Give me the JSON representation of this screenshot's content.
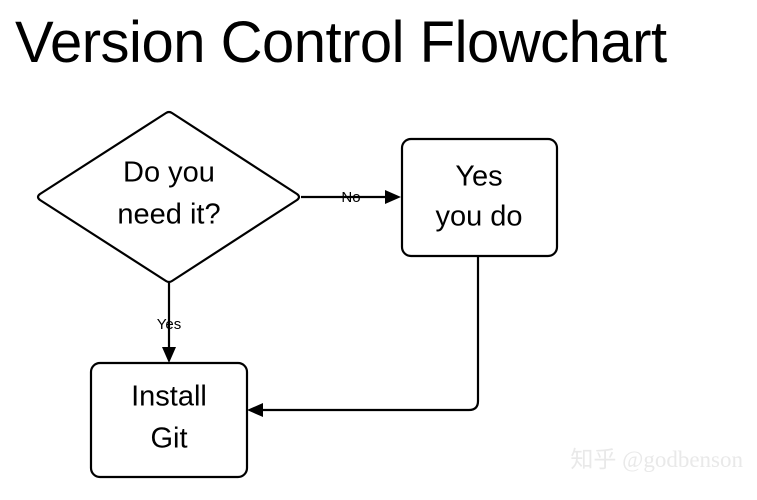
{
  "page": {
    "title": "Version Control Flowchart",
    "background_color": "#ffffff",
    "stroke_color": "#000000",
    "text_color": "#000000"
  },
  "diagram": {
    "type": "flowchart",
    "nodes": [
      {
        "id": "decision-need-it",
        "shape": "diamond",
        "line1": "Do you",
        "line2": "need it?"
      },
      {
        "id": "yes-you-do",
        "shape": "rounded-rect",
        "line1": "Yes",
        "line2": "you do"
      },
      {
        "id": "install-git",
        "shape": "rounded-rect",
        "line1": "Install",
        "line2": "Git"
      }
    ],
    "edges": [
      {
        "id": "edge-no",
        "from": "decision-need-it",
        "to": "yes-you-do",
        "label": "No"
      },
      {
        "id": "edge-yes",
        "from": "decision-need-it",
        "to": "install-git",
        "label": "Yes"
      },
      {
        "id": "edge-loop-back",
        "from": "yes-you-do",
        "to": "install-git",
        "label": ""
      }
    ]
  },
  "watermark": {
    "text": "知乎 @godbenson",
    "color": "#e9e9e9"
  }
}
